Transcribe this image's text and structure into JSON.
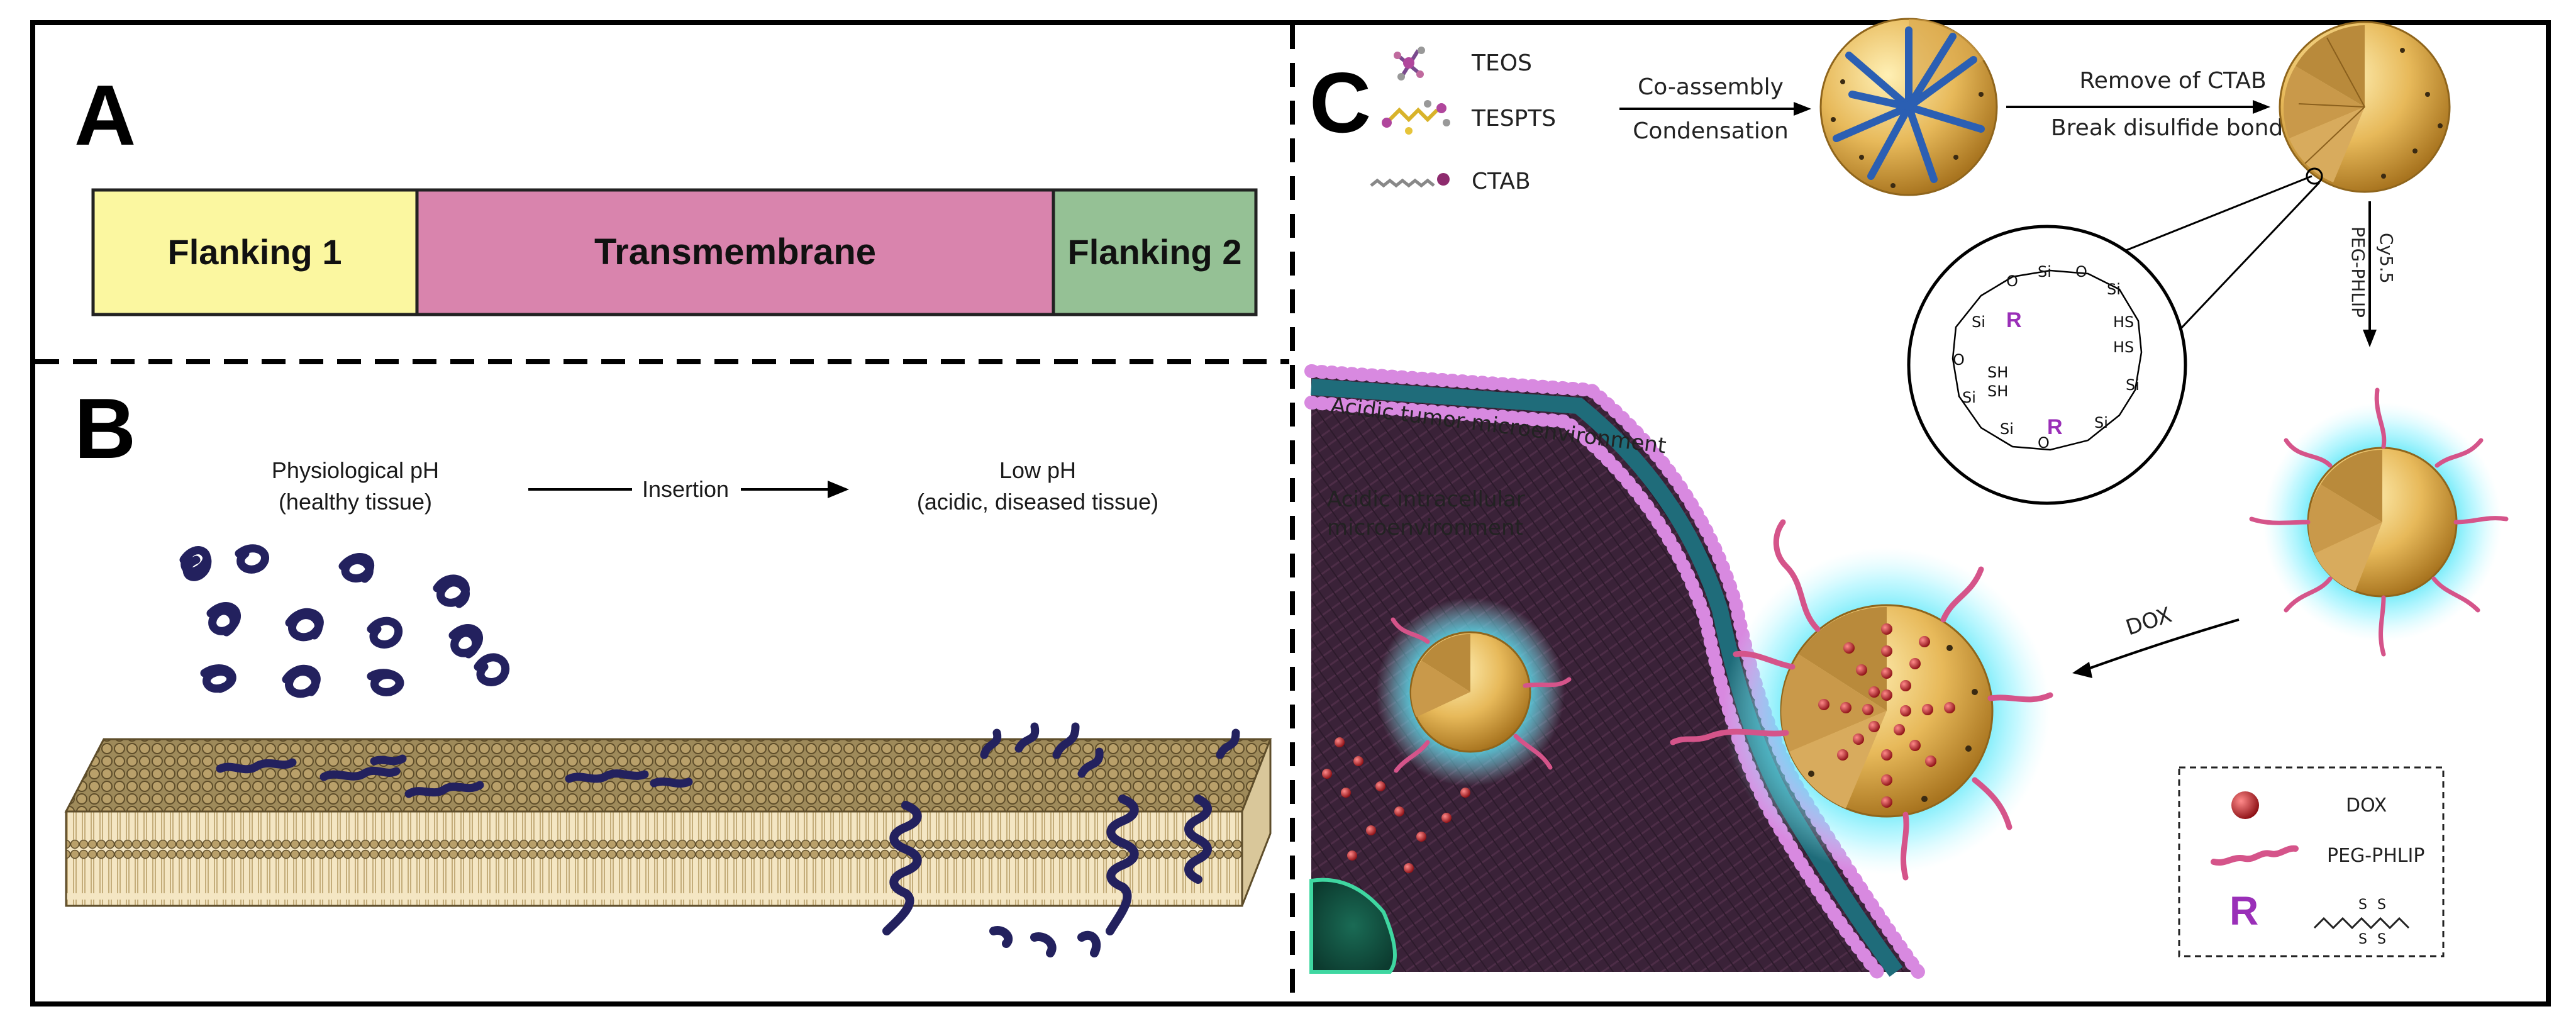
{
  "panelA": {
    "letter": "A",
    "segments": [
      {
        "label": "Flanking 1",
        "color": "#fbf7a0"
      },
      {
        "label": "Transmembrane",
        "color": "#d984ad"
      },
      {
        "label": "Flanking 2",
        "color": "#95c195"
      }
    ]
  },
  "panelB": {
    "letter": "B",
    "left_state": "Physiological pH",
    "left_state_note": "(healthy tissue)",
    "arrow_label": "Insertion",
    "right_state": "Low pH",
    "right_state_note": "(acidic, diseased tissue)"
  },
  "panelC": {
    "letter": "C",
    "reagents": [
      "TEOS",
      "TESPTS",
      "CTAB"
    ],
    "step1_top": "Co-assembly",
    "step1_bottom": "Condensation",
    "step2_top": "Remove of CTAB",
    "step2_bottom": "Break disulfide bonds",
    "step3_right": "Cy5.5",
    "step3_left": "PEG-PHLIP",
    "step4": "DOX",
    "region_outer": "Acidic tumor microenvironment",
    "region_inner_1": "Acidic intracellular",
    "region_inner_2": "microenvironment",
    "chem_si": "Si",
    "chem_o": "O",
    "chem_sh": "SH",
    "chem_hs": "HS",
    "chem_r": "R",
    "chem_s": "S",
    "legend": [
      {
        "key": "dox",
        "label": "DOX"
      },
      {
        "key": "peg",
        "label": "PEG-PHLIP"
      },
      {
        "key": "r",
        "label": "R"
      }
    ]
  }
}
